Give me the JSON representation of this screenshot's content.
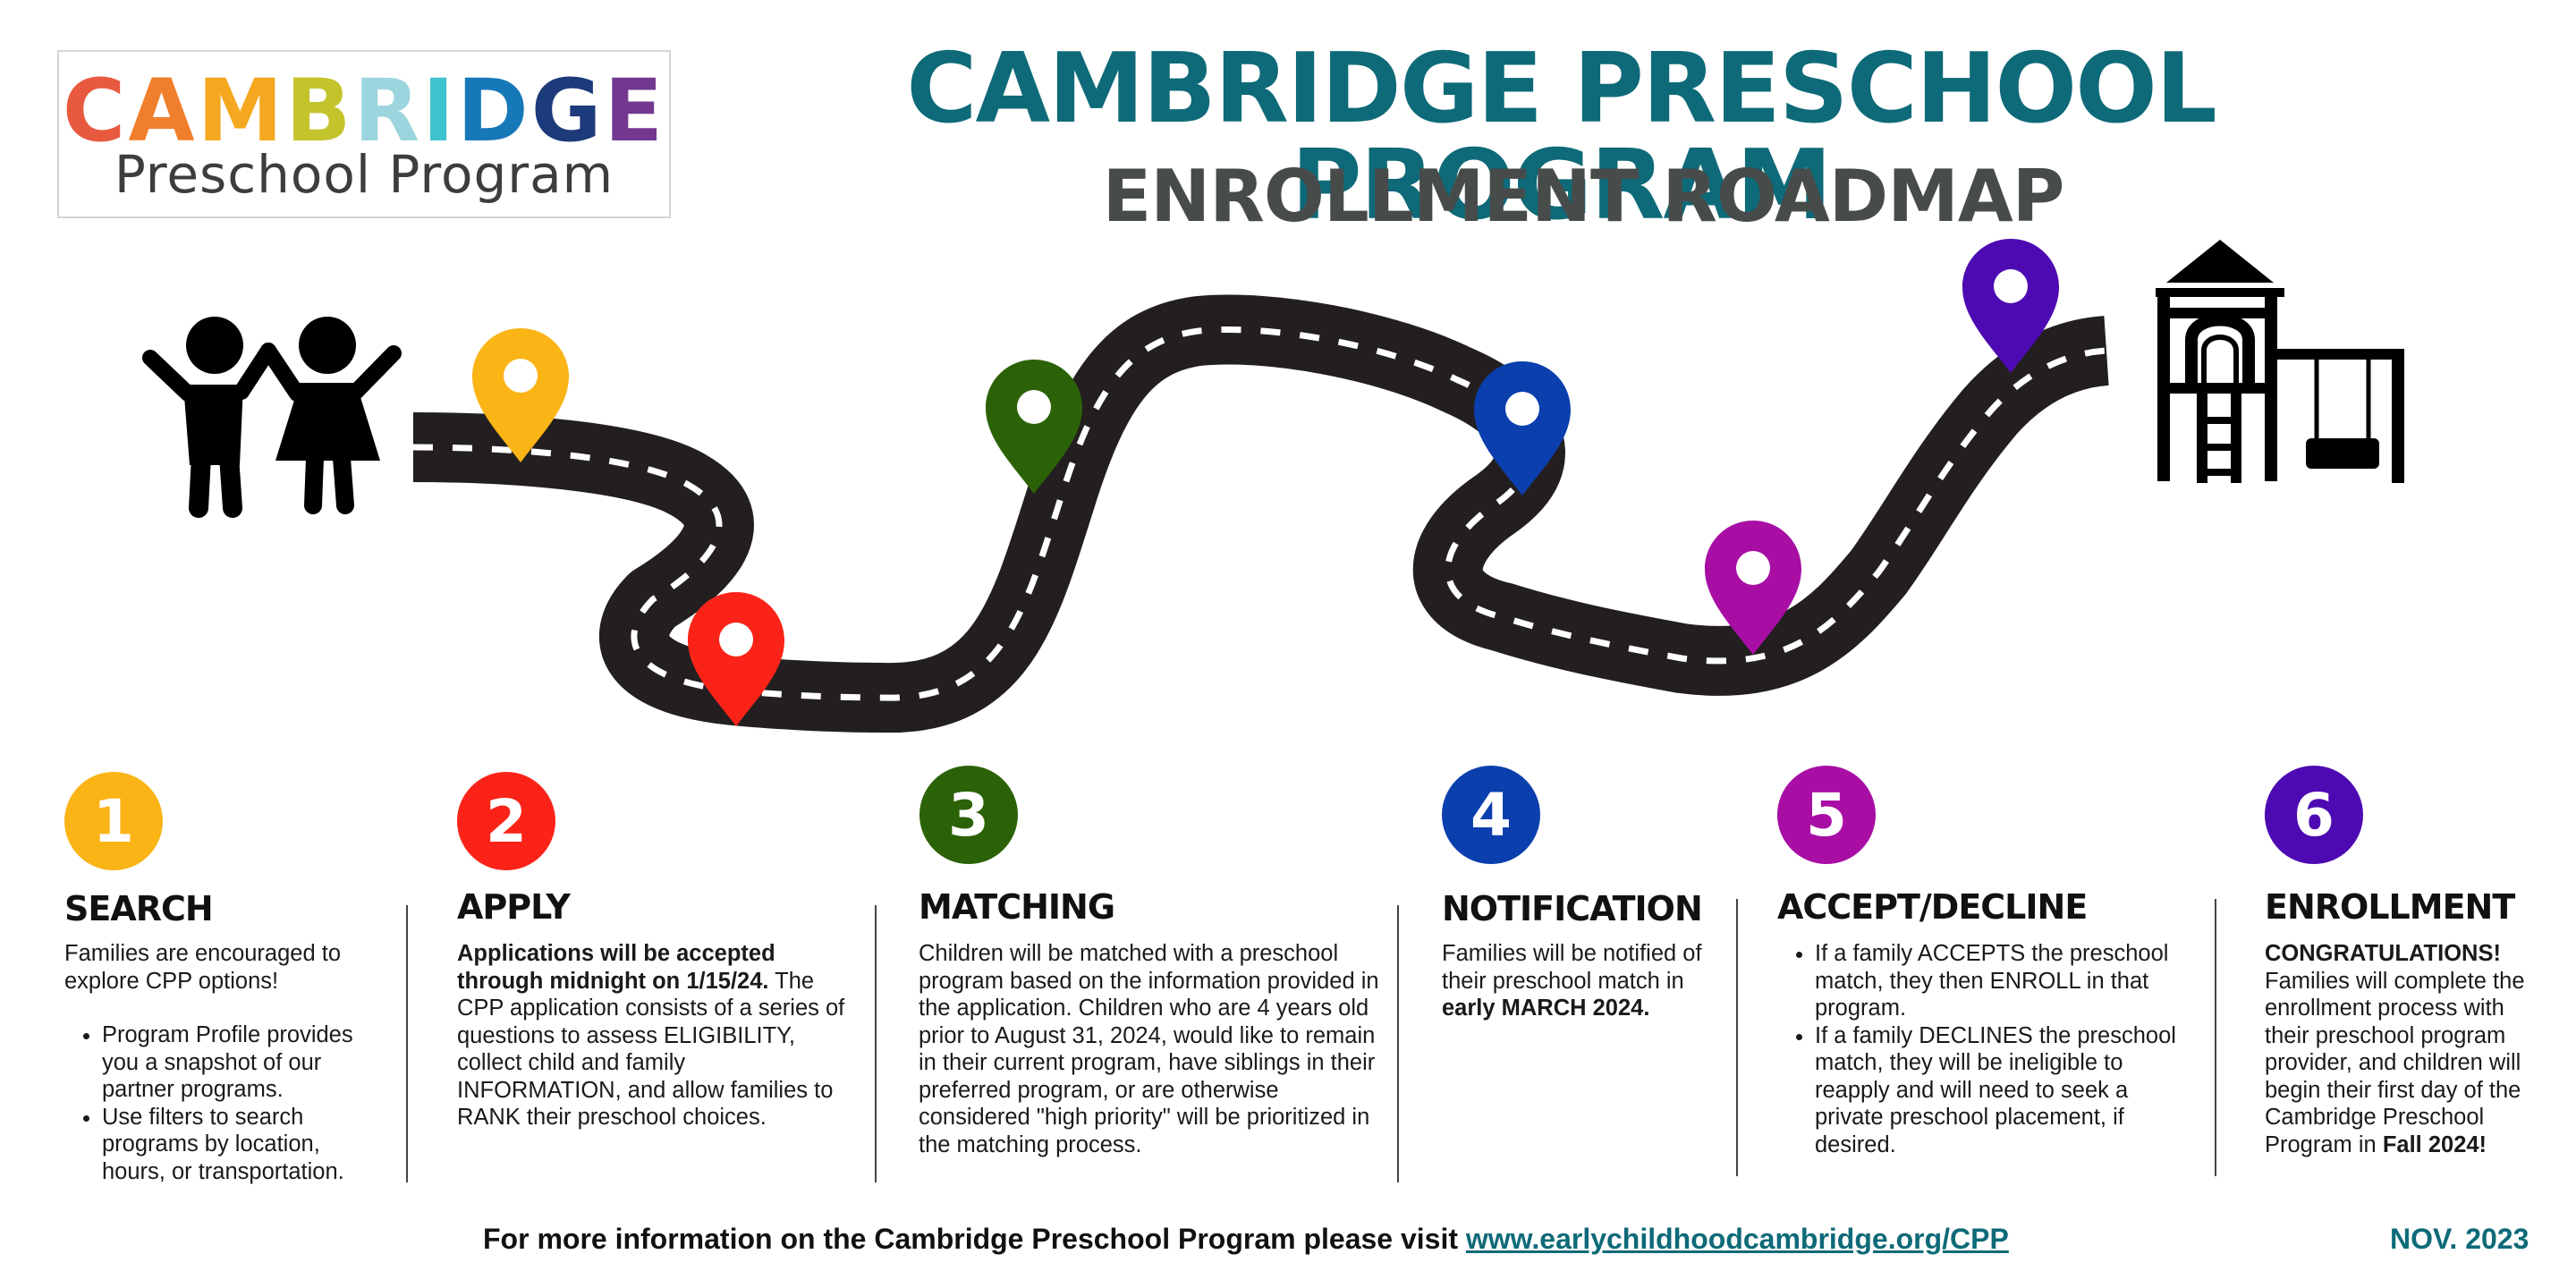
{
  "logo": {
    "letters": [
      {
        "char": "C",
        "color": "#e85a3f"
      },
      {
        "char": "A",
        "color": "#f07f2d"
      },
      {
        "char": "M",
        "color": "#f5a81f"
      },
      {
        "char": "B",
        "color": "#c3c42c"
      },
      {
        "char": "R",
        "color": "#9cd5dd"
      },
      {
        "char": "I",
        "color": "#3ec3cc"
      },
      {
        "char": "D",
        "color": "#1778b8"
      },
      {
        "char": "G",
        "color": "#1d3a7a"
      },
      {
        "char": "E",
        "color": "#72388f"
      }
    ],
    "subtitle": "Preschool Program"
  },
  "header": {
    "title": "CAMBRIDGE PRESCHOOL PROGRAM",
    "subtitle": "ENROLLMENT ROADMAP"
  },
  "colors": {
    "title": "#0e6a78",
    "subtitle": "#474c4b",
    "road": "#231f20",
    "pin_1": "#fbb416",
    "pin_2": "#fb2318",
    "pin_3": "#2c6207",
    "pin_4": "#0b3fae",
    "pin_5": "#a80ea4",
    "pin_6": "#4d0ab2"
  },
  "icons": {
    "start": "children-icon",
    "end": "playground-icon",
    "pin": "map-pin-icon"
  },
  "steps": [
    {
      "number": "1",
      "title": "SEARCH",
      "intro": "Families are encouraged to explore CPP options!",
      "bullets": [
        "Program Profile provides you a snapshot of our partner programs.",
        "Use filters to search programs by location, hours, or transportation."
      ]
    },
    {
      "number": "2",
      "title": "APPLY",
      "bold_intro": "Applications will be accepted through midnight on 1/15/24.",
      "text": "The CPP application consists of a series of questions to assess ELIGIBILITY, collect child and family INFORMATION, and allow families to RANK their preschool choices."
    },
    {
      "number": "3",
      "title": "MATCHING",
      "text": "Children will be matched with a preschool program based on the information provided in the application. Children who are 4 years old prior to August 31, 2024, would like to remain in their current program, have siblings in their preferred program, or are otherwise considered \"high priority\" will be prioritized in the matching process."
    },
    {
      "number": "4",
      "title": "NOTIFICATION",
      "text": "Families will be notified of their preschool match in",
      "bold_text": "early MARCH 2024."
    },
    {
      "number": "5",
      "title": "ACCEPT/DECLINE",
      "bullets": [
        "If a family ACCEPTS the preschool match, they then ENROLL in that program.",
        "If a family DECLINES the preschool match, they will be ineligible to reapply and will need to seek a private preschool placement, if desired."
      ]
    },
    {
      "number": "6",
      "title": "ENROLLMENT",
      "bold_intro": "CONGRATULATIONS!",
      "text": "Families will complete the enrollment process with their preschool program provider, and children will begin their first day of the Cambridge Preschool Program in",
      "bold_end": "Fall 2024!"
    }
  ],
  "footer": {
    "text": "For more information on the Cambridge Preschool Program please visit",
    "link": "www.earlychildhoodcambridge.org/CPP",
    "date": "NOV. 2023"
  }
}
